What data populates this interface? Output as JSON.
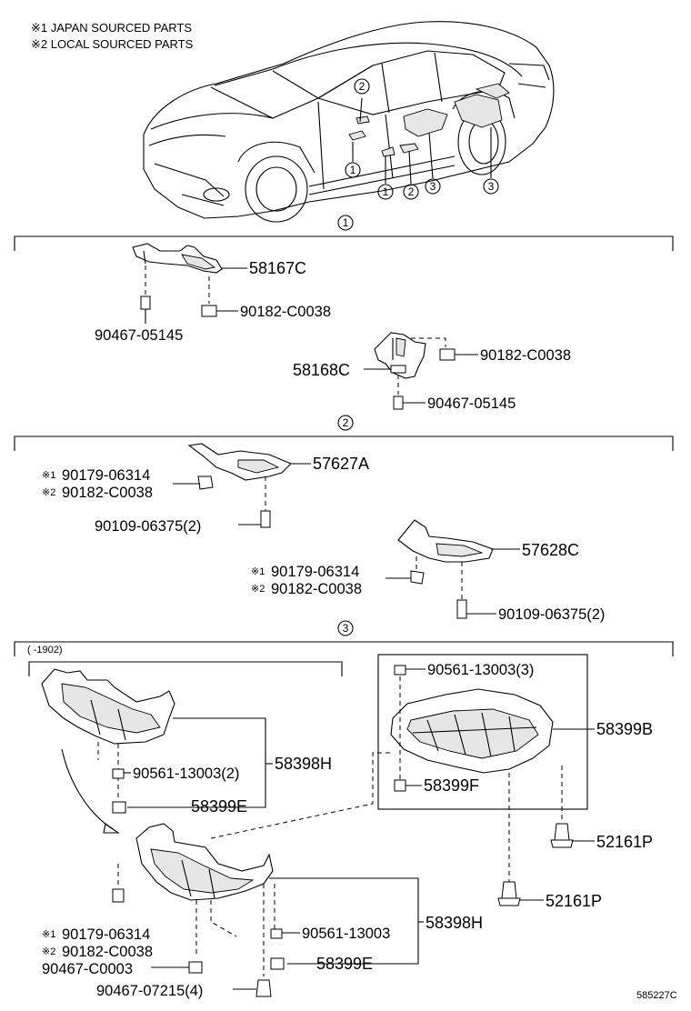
{
  "notes": {
    "japan": "※1 JAPAN SOURCED PARTS",
    "local": "※2 LOCAL SOURCED PARTS"
  },
  "callouts": {
    "c1": "1",
    "c2": "2",
    "c3": "3"
  },
  "section1": {
    "p58167C": "58167C",
    "p90182_a": "90182-C0038",
    "p90467_a": "90467-05145",
    "p58168C": "58168C",
    "p90182_b": "90182-C0038",
    "p90467_b": "90467-05145"
  },
  "section2": {
    "p57627A": "57627A",
    "n1_a": "※1",
    "p90179_a": "90179-06314",
    "n2_a": "※2",
    "p90182_a": "90182-C0038",
    "p90109_a": "90109-06375(2)",
    "p57628C": "57628C",
    "n1_b": "※1",
    "p90179_b": "90179-06314",
    "n2_b": "※2",
    "p90182_b": "90182-C0038",
    "p90109_b": "90109-06375(2)"
  },
  "section3": {
    "date_range": "(    -1902)",
    "p90561_3": "90561-13003(3)",
    "p58399B": "58399B",
    "p58399F": "58399F",
    "p52161P_a": "52161P",
    "p52161P_b": "52161P",
    "p90561_2": "90561-13003(2)",
    "p58398H_a": "58398H",
    "p58399E_a": "58399E",
    "p90561_1": "90561-13003",
    "p58398H_b": "58398H",
    "n1": "※1",
    "p90179": "90179-06314",
    "n2": "※2",
    "p90182": "90182-C0038",
    "p90467_C": "90467-C0003",
    "p58399E_b": "58399E",
    "p90467_07215": "90467-07215(4)"
  },
  "figure_id": "585227C"
}
